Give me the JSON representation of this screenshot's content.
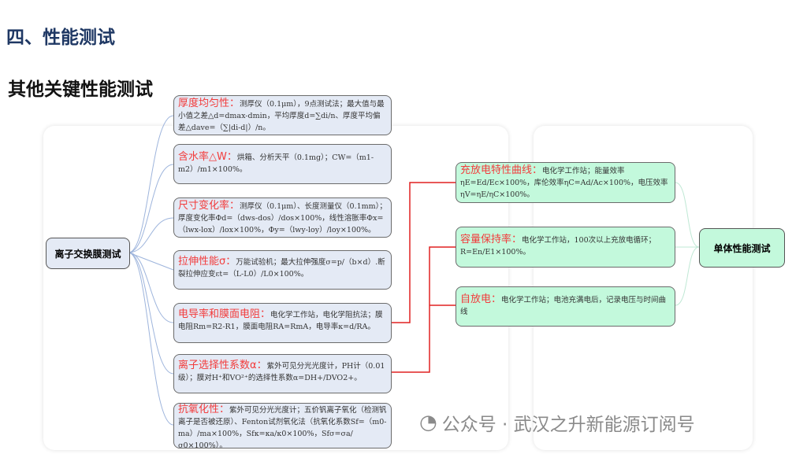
{
  "title": "四、性能测试",
  "subtitle": "其他关键性能测试",
  "root_left": "离子交换膜测试",
  "root_right": "单体性能测试",
  "left_items": [
    {
      "label": "厚度均匀性：",
      "text": "测厚仪（0.1μm），9点测试法；最大值与最小值之差△d=dmax-dmin，平均厚度d=∑di/n、厚度平均偏差△dave=（∑|di-d|）/n。"
    },
    {
      "label": "含水率△W：",
      "text": "烘箱、分析天平（0.1mg）；CW=（m1-m2）/m1×100%。"
    },
    {
      "label": "尺寸变化率：",
      "text": "测厚仪（0.1μm）、长度测量仪（0.1mm）；厚度变化率Φd=（dws-dos）/dos×100%，线性溶胀率Φx=（lwx-lox）/lox×100%，Φy=（lwy-loy）/loy×100%。"
    },
    {
      "label": "拉伸性能σ：",
      "text": "万能试验机；最大拉伸强度σ=p/（b×d）.断裂拉伸应变εt=（L-L0）/L0×100%。"
    },
    {
      "label": "电导率和膜面电阻：",
      "text": "电化学工作站，电化学阻抗法；膜电阻Rm=R2-R1，膜面电阻RA=RmA，电导率κ=d/RA。"
    },
    {
      "label": "离子选择性系数α：",
      "text": "紫外可见分光光度计，PH计（0.01级）；膜对H⁺和VO²⁺的选择性系数α=DH+/DVO2+。"
    },
    {
      "label": "抗氧化性：",
      "text": "紫外可见分光光度计；五价钒离子氧化（检测钒离子是否被还原）、Fenton试剂氧化法（抗氧化系数Sf=（m0-ma）/ma×100%，Sfκ=κa/κ0×100%，Sfσ=σa/σ0×100%）。"
    }
  ],
  "right_items": [
    {
      "label": "充放电特性曲线：",
      "text": "电化学工作站；能量效率ηE=Ed/Ec×100%，库伦效率ηC=Ad/Ac×100%，电压效率ηV=ηE/ηC×100%。"
    },
    {
      "label": "容量保持率：",
      "text": "电化学工作站，100次以上充放电循环；R=En/E1×100%。"
    },
    {
      "label": "自放电：",
      "text": "电化学工作站；电池充满电后，记录电压与时间曲线"
    }
  ],
  "watermark": "公众号 · 武汉之升新能源订阅号"
}
